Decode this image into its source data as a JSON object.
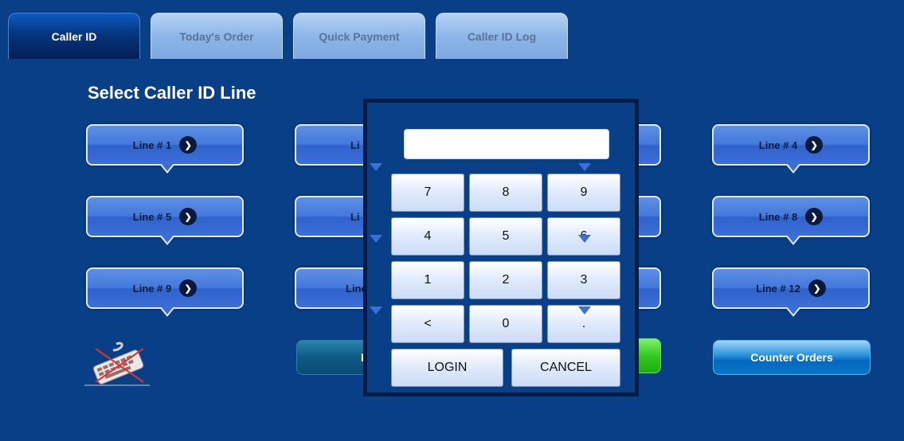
{
  "tabs": [
    {
      "label": "Caller ID"
    },
    {
      "label": "Today's Order"
    },
    {
      "label": "Quick Payment"
    },
    {
      "label": "Caller ID Log"
    }
  ],
  "title": "Select Caller ID Line",
  "lines": [
    {
      "label": "Line # 1"
    },
    {
      "label": "Line # 4"
    },
    {
      "label": "Line # 5"
    },
    {
      "label": "Line # 8"
    },
    {
      "label": "Line # 9"
    },
    {
      "label": "Line # 12"
    },
    {
      "label": "Li"
    },
    {
      "label": "Li"
    },
    {
      "label": "Line"
    }
  ],
  "arrow_icon": "chevron-right-icon",
  "buttons": {
    "counter_orders": "Counter Orders",
    "teal_partial": "L"
  },
  "keypad": {
    "display_value": "",
    "keys": [
      "7",
      "8",
      "9",
      "4",
      "5",
      "6",
      "1",
      "2",
      "3",
      "<",
      "0",
      "."
    ],
    "login": "LOGIN",
    "cancel": "CANCEL"
  },
  "colors": {
    "background": "#093f87",
    "active_tab": "#06367d",
    "line_button": "#4479db",
    "counter_orders": "#0567bf",
    "green_button": "#33c81f"
  }
}
